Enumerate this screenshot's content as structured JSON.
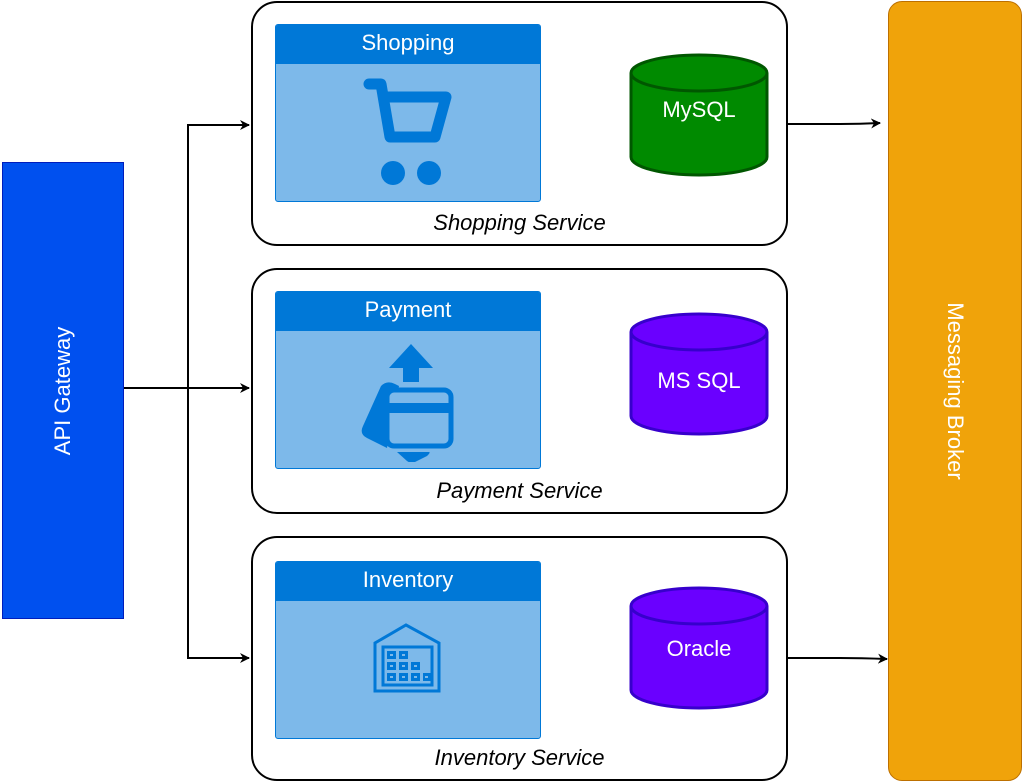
{
  "diagram": {
    "gateway": {
      "label": "API Gateway",
      "color": "#0050EF"
    },
    "broker": {
      "label": "Messaging Broker",
      "color": "#F0A30A"
    },
    "services": [
      {
        "id": "shopping",
        "caption": "Shopping Service",
        "component": {
          "title": "Shopping",
          "icon": "shopping-cart-icon"
        },
        "database": {
          "label": "MySQL",
          "color": "#008A00"
        }
      },
      {
        "id": "payment",
        "caption": "Payment Service",
        "component": {
          "title": "Payment",
          "icon": "credit-card-payment-icon"
        },
        "database": {
          "label": "MS SQL",
          "color": "#6A00FF"
        }
      },
      {
        "id": "inventory",
        "caption": "Inventory Service",
        "component": {
          "title": "Inventory",
          "icon": "warehouse-icon"
        },
        "database": {
          "label": "Oracle",
          "color": "#6A00FF"
        }
      }
    ],
    "edges": [
      {
        "from": "API Gateway",
        "to": "Shopping Service"
      },
      {
        "from": "API Gateway",
        "to": "Payment Service"
      },
      {
        "from": "API Gateway",
        "to": "Inventory Service"
      },
      {
        "from": "Shopping Service",
        "to": "Messaging Broker"
      },
      {
        "from": "Inventory Service",
        "to": "Messaging Broker"
      }
    ]
  }
}
